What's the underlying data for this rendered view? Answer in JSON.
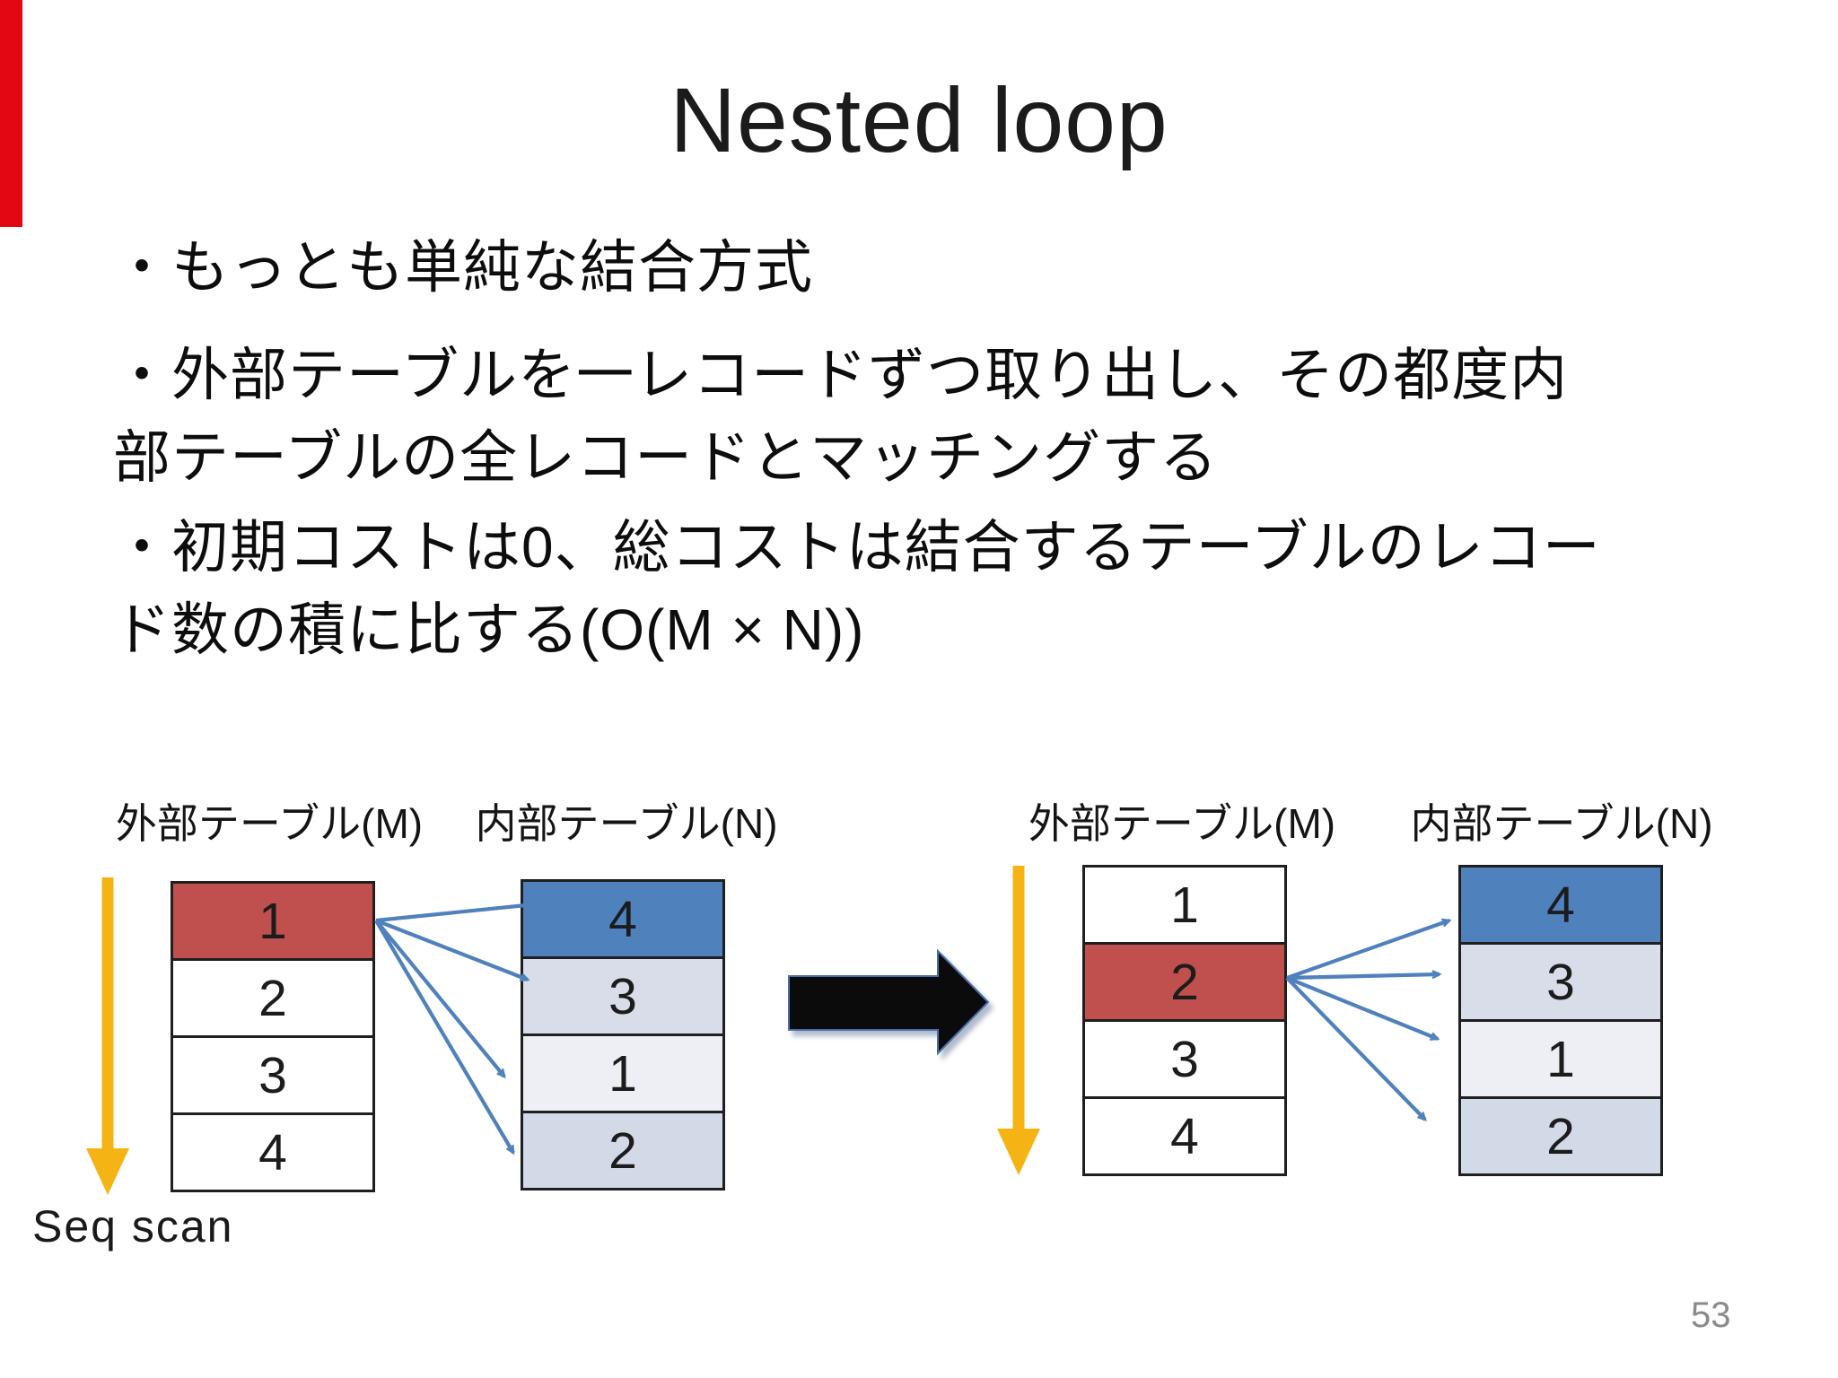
{
  "slide": {
    "title": "Nested loop",
    "page_number": "53"
  },
  "bullets": [
    {
      "lines": [
        "・もっとも単純な結合方式"
      ]
    },
    {
      "lines": [
        "・外部テーブルを一レコードずつ取り出し、その都度内",
        "部テーブルの全レコードとマッチングする"
      ]
    },
    {
      "lines": [
        "・初期コストは0、総コストは結合するテーブルのレコー",
        "ド数の積に比する(O(M × N))"
      ]
    }
  ],
  "diagram": {
    "scan_label": "Seq scan",
    "left_outer": {
      "label": "外部テーブル(M)",
      "rows": [
        "1",
        "2",
        "3",
        "4"
      ],
      "highlighted_row": "1"
    },
    "left_inner": {
      "label": "内部テーブル(N)",
      "rows": [
        "4",
        "3",
        "1",
        "2"
      ],
      "highlighted_row": "4"
    },
    "right_outer": {
      "label": "外部テーブル(M)",
      "rows": [
        "1",
        "2",
        "3",
        "4"
      ],
      "highlighted_row": "2"
    },
    "right_inner": {
      "label": "内部テーブル(N)",
      "rows": [
        "4",
        "3",
        "1",
        "2"
      ],
      "highlighted_row": "4"
    }
  },
  "colors": {
    "accent_bar": "#e30613",
    "highlight_red": "#c0504d",
    "highlight_blue": "#4f81bd",
    "inner_shade_1": "#d8dde9",
    "inner_shade_2": "#edeff5",
    "inner_shade_3": "#d2d9e7",
    "scan_arrow_yellow": "#f5b414",
    "join_arrow_blue": "#4f81bd",
    "transform_arrow_black": "#0b0b0b",
    "page_number_gray": "#8a8a8a"
  }
}
